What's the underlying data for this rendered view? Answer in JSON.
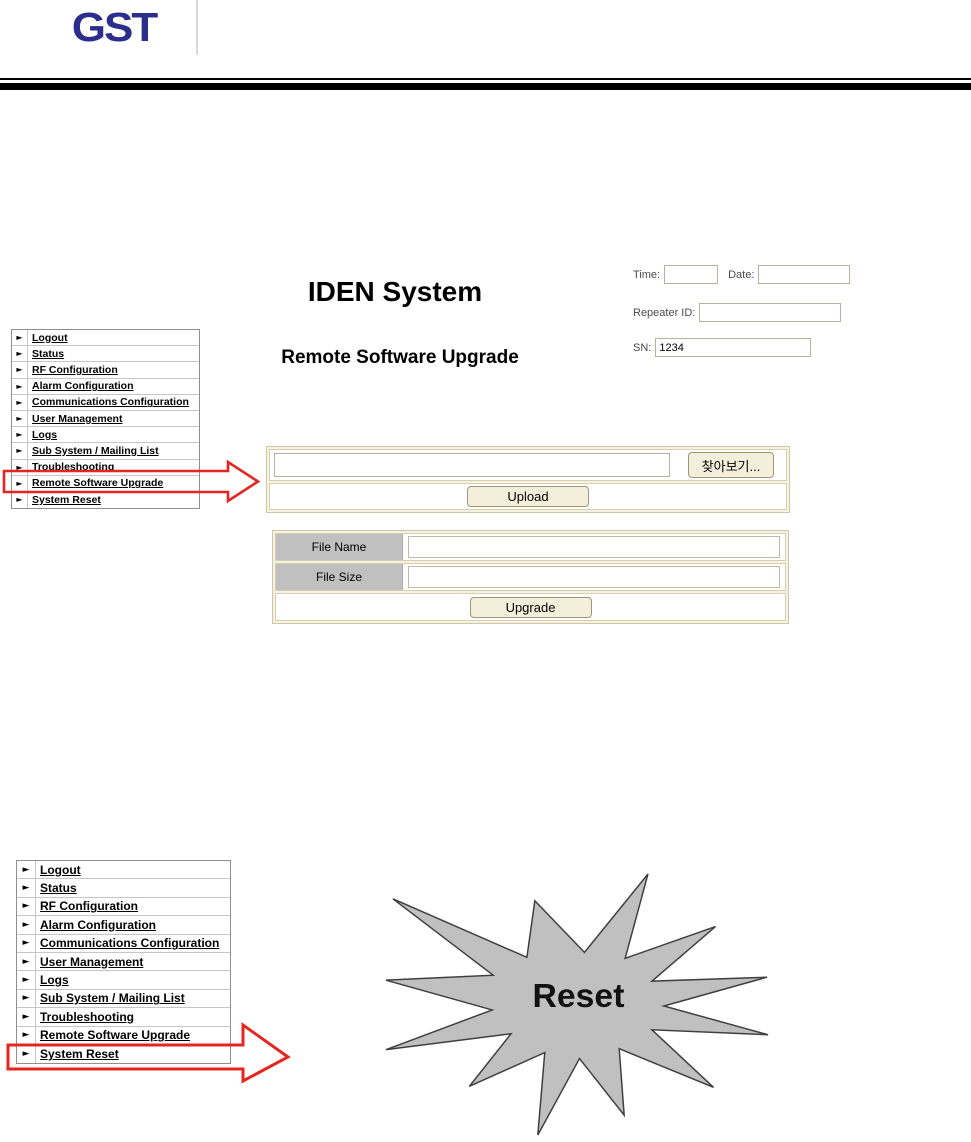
{
  "letterhead": {
    "logo_text": "GST"
  },
  "menu": {
    "bullet_glyph": "►",
    "items": [
      "Logout",
      "Status",
      "RF Configuration",
      "Alarm Configuration",
      "Communications Configuration",
      "User Management",
      "Logs",
      "Sub System / Mailing List",
      "Troubleshooting",
      "Remote Software Upgrade",
      "System Reset"
    ]
  },
  "upgrade_screen": {
    "title": "IDEN System",
    "subtitle": "Remote Software Upgrade",
    "highlighted_menu_item": "Remote Software Upgrade",
    "fields": {
      "time_label": "Time:",
      "time_value": "",
      "date_label": "Date:",
      "date_value": "",
      "repeater_id_label": "Repeater ID:",
      "repeater_id_value": "",
      "sn_label": "SN:",
      "sn_value": "1234"
    },
    "upload_form": {
      "file_path_value": "",
      "browse_button_label": "찾아보기...",
      "upload_button_label": "Upload"
    },
    "file_info_form": {
      "file_name_label": "File Name",
      "file_name_value": "",
      "file_size_label": "File Size",
      "file_size_value": "",
      "upgrade_button_label": "Upgrade"
    }
  },
  "reset_screen": {
    "highlighted_menu_item": "System Reset",
    "burst_label": "Reset"
  },
  "colors": {
    "logo_navy": "#2B2E8C",
    "callout_red": "#E52620",
    "burst_gray": "#C0C0C0",
    "panel_tan": "#CFC6A9",
    "label_cell_gray": "#C0C0C0"
  }
}
